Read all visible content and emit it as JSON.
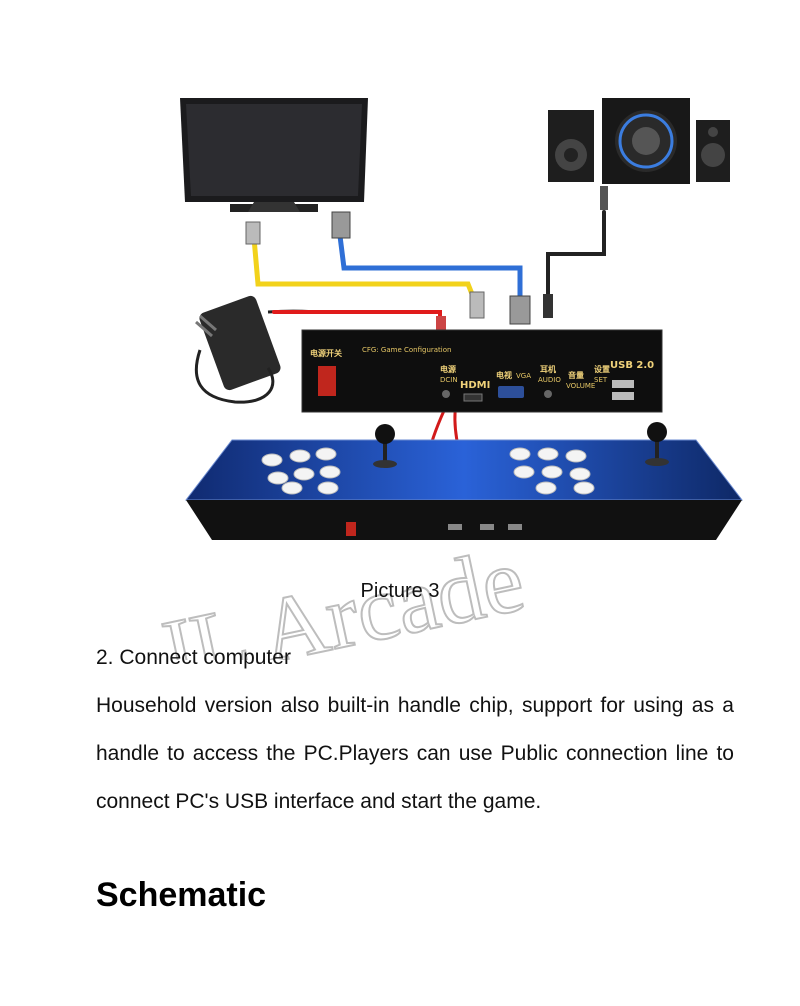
{
  "figure": {
    "caption": "Picture 3",
    "watermark": "JL Arcade",
    "panel_labels": {
      "power_switch": "电源开关",
      "cfg": "CFG: Game Configuration",
      "power": "电源",
      "dcin": "DCIN",
      "hdmi": "HDMI",
      "vga_cn": "电视",
      "vga": "VGA",
      "audio_cn": "耳机",
      "audio": "AUDIO",
      "volume_cn": "音量",
      "volume": "VOLUME",
      "set_cn": "设置",
      "set": "SET",
      "usb": "USB 2.0"
    },
    "cable_colors": {
      "hdmi": "#f2d21b",
      "vga": "#2f6fd6",
      "power": "#e01b1b",
      "audio": "#222222"
    }
  },
  "text": {
    "step": "2. Connect computer",
    "paragraph": "Household version also built-in handle chip, support for using as a handle to access the PC.Players can use Public connection line to connect PC's USB interface and start the game.",
    "heading": "Schematic"
  }
}
